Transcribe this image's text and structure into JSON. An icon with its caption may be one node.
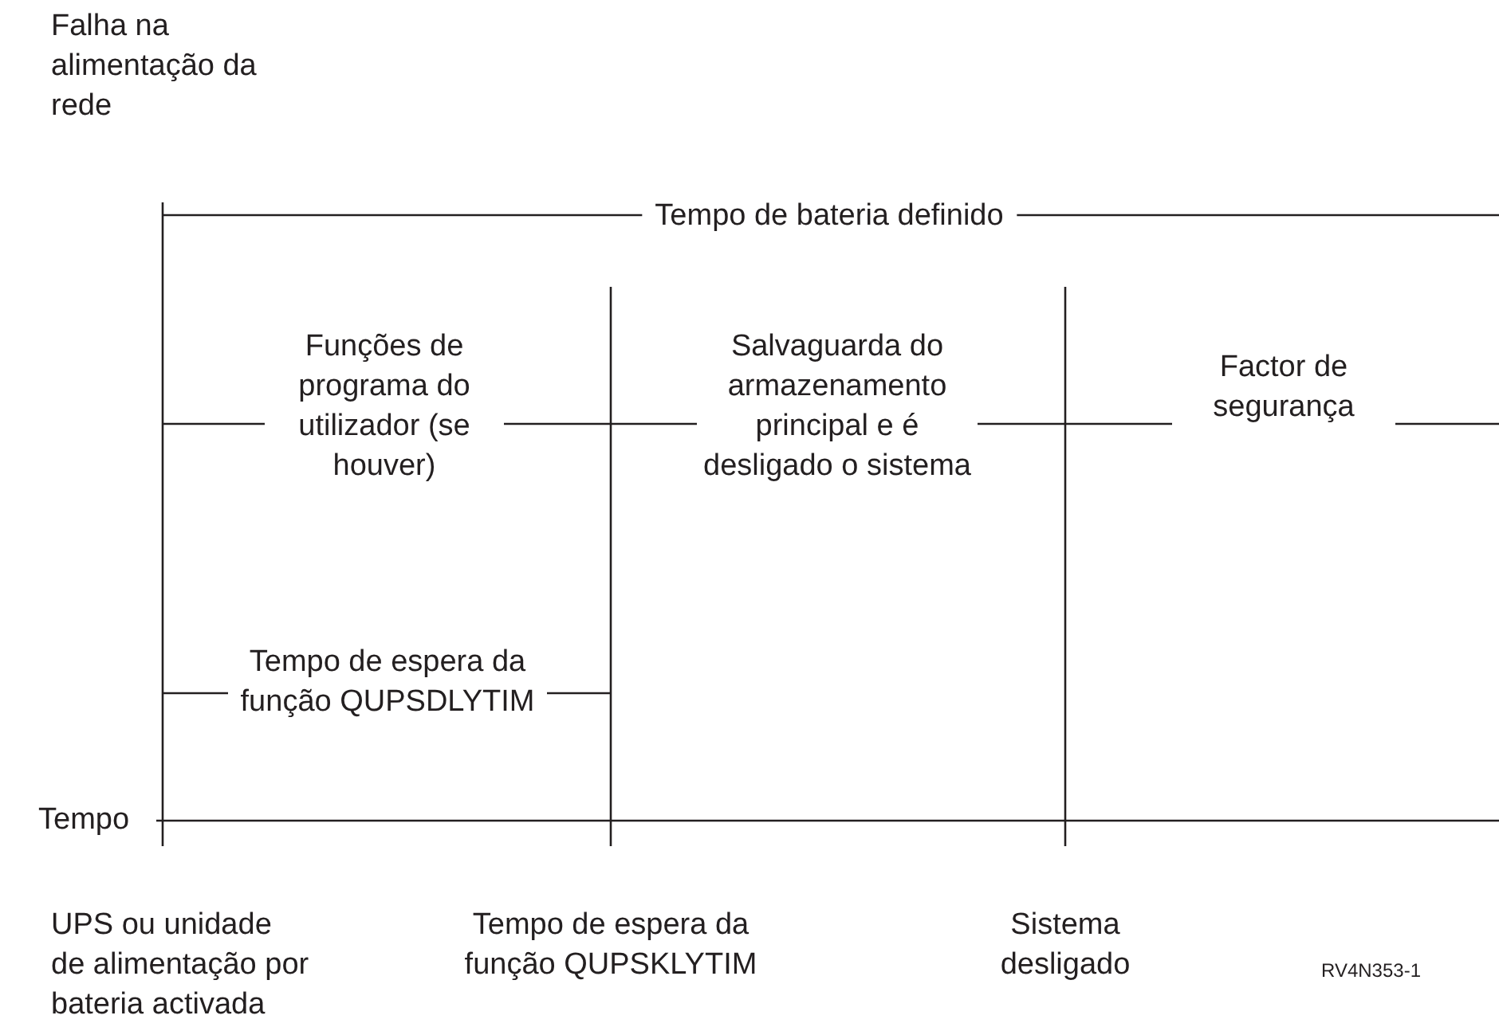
{
  "diagram": {
    "labels": [
      "Falha na alimentação da rede",
      "Tempo de bateria definido",
      "Funções de programa do utilizador (se houver)",
      "Salvaguarda do armazenamento principal e é desligado o sistema",
      "Factor de segurança",
      "Tempo de espera da função QUPSDLYTIM",
      "Tempo",
      "UPS ou unidade de alimentação por bateria activada",
      "Tempo de espera da função QUPSKLYTIM",
      "Sistema desligado",
      "RV4N353-1"
    ]
  }
}
